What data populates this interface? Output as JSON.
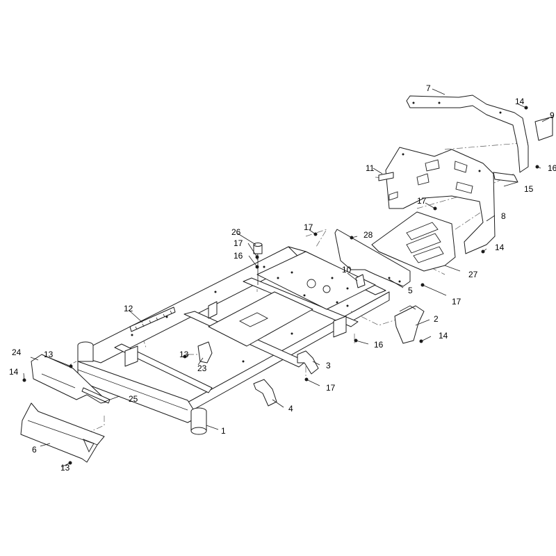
{
  "callouts": [
    {
      "label": "1"
    },
    {
      "label": "2"
    },
    {
      "label": "3"
    },
    {
      "label": "4"
    },
    {
      "label": "5"
    },
    {
      "label": "6"
    },
    {
      "label": "7"
    },
    {
      "label": "8"
    },
    {
      "label": "9"
    },
    {
      "label": "10"
    },
    {
      "label": "11"
    },
    {
      "label": "12"
    },
    {
      "label": "13"
    },
    {
      "label": "13"
    },
    {
      "label": "13"
    },
    {
      "label": "14"
    },
    {
      "label": "14"
    },
    {
      "label": "14"
    },
    {
      "label": "14"
    },
    {
      "label": "15"
    },
    {
      "label": "16"
    },
    {
      "label": "16"
    },
    {
      "label": "16"
    },
    {
      "label": "17"
    },
    {
      "label": "17"
    },
    {
      "label": "17"
    },
    {
      "label": "17"
    },
    {
      "label": "17"
    },
    {
      "label": "23"
    },
    {
      "label": "24"
    },
    {
      "label": "25"
    },
    {
      "label": "26"
    },
    {
      "label": "27"
    },
    {
      "label": "28"
    }
  ],
  "colors": {
    "line": "#1a1a1a",
    "centerline": "#555555",
    "background": "#ffffff"
  }
}
